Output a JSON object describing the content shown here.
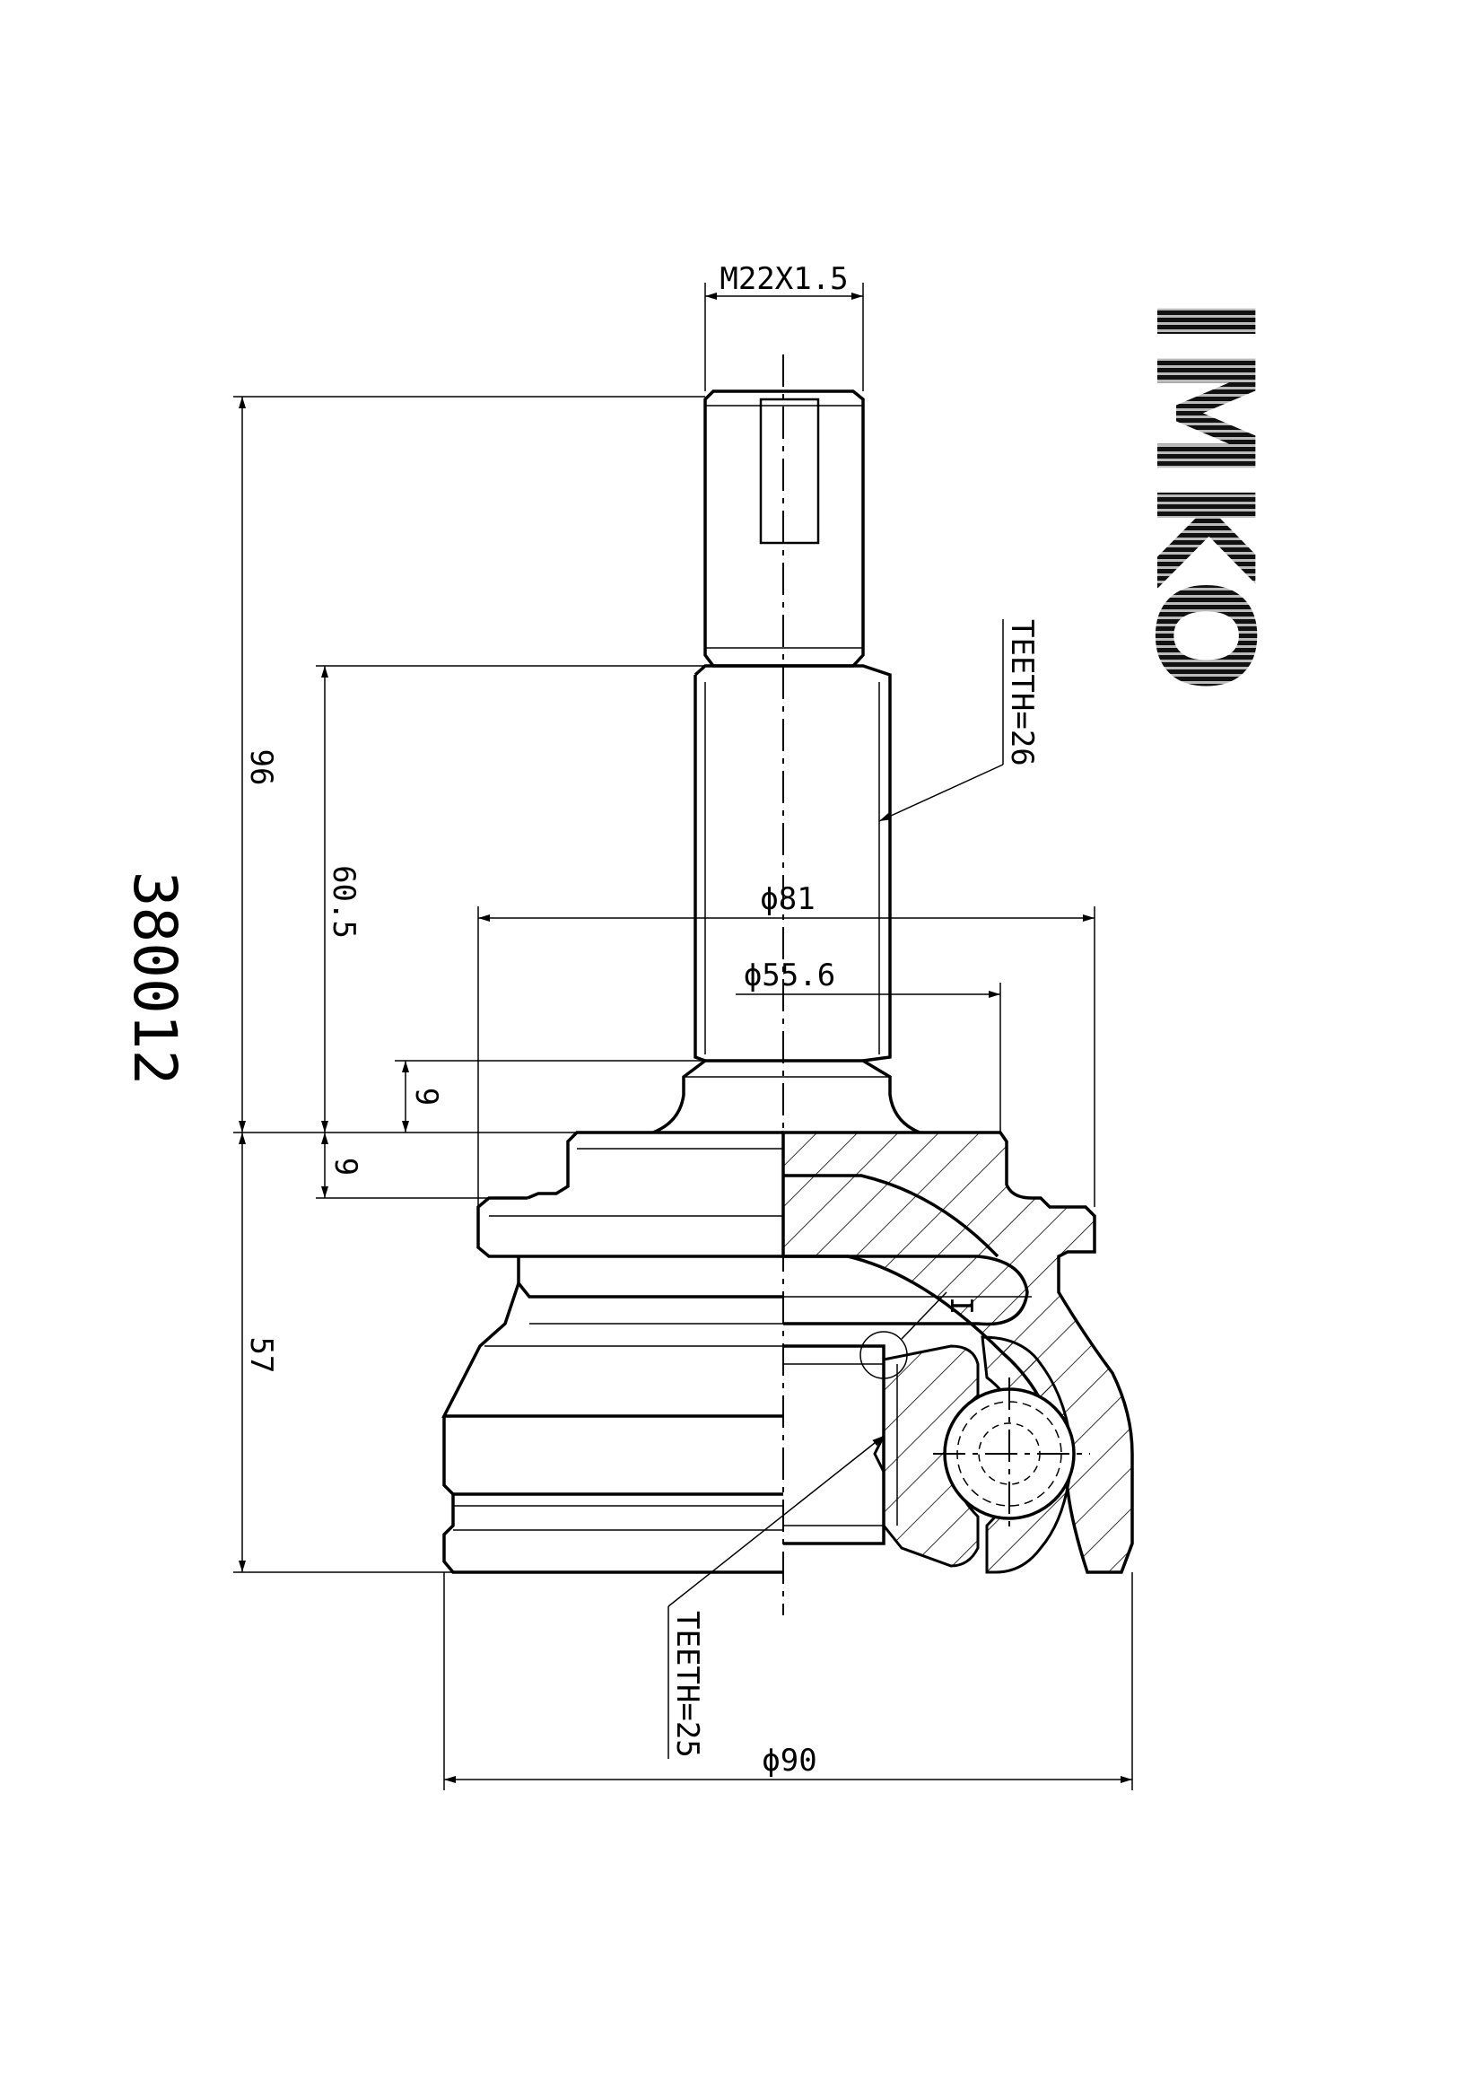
{
  "brand": {
    "logo_text": "IMKO"
  },
  "part_number": "380012",
  "dimensions": {
    "thread": "M22X1.5",
    "overall_length": "96",
    "shaft_length": "60.5",
    "collar_height_top": "9",
    "collar_height_bottom": "9",
    "body_length": "57",
    "flange_diameter": "ϕ81",
    "seal_diameter": "ϕ55.6",
    "outer_diameter": "ϕ90"
  },
  "annotations": {
    "outer_spline": "TEETH=26",
    "inner_spline": "TEETH=25",
    "detail_mark": "I"
  }
}
